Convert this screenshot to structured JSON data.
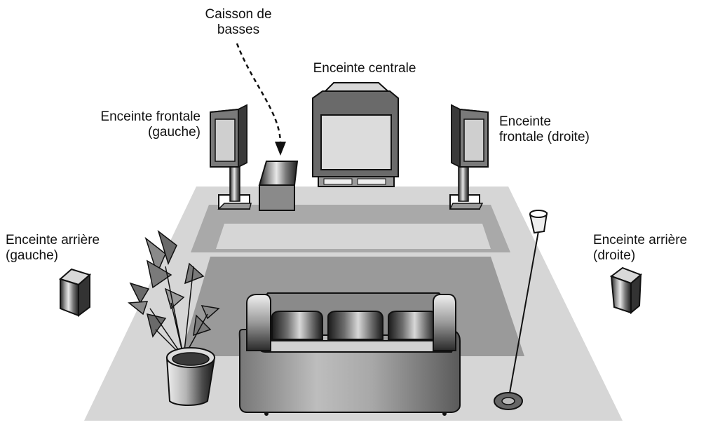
{
  "labels": {
    "subwoofer": {
      "line1": "Caisson de",
      "line2": "basses"
    },
    "center": {
      "line1": "Enceinte centrale"
    },
    "front_left": {
      "line1": "Enceinte frontale",
      "line2": "(gauche)"
    },
    "front_right": {
      "line1": "Enceinte",
      "line2": "frontale (droite)"
    },
    "rear_left": {
      "line1": "Enceinte arrière",
      "line2": "(gauche)"
    },
    "rear_right": {
      "line1": "Enceinte arrière",
      "line2": "(droite)"
    }
  },
  "colors": {
    "floor_light": "#d6d6d6",
    "floor_mid": "#a9a9a9",
    "rug": "#9a9a9a",
    "outline": "#111111",
    "speaker_face": "#c8c8c8",
    "speaker_dark": "#4a4a4a"
  }
}
